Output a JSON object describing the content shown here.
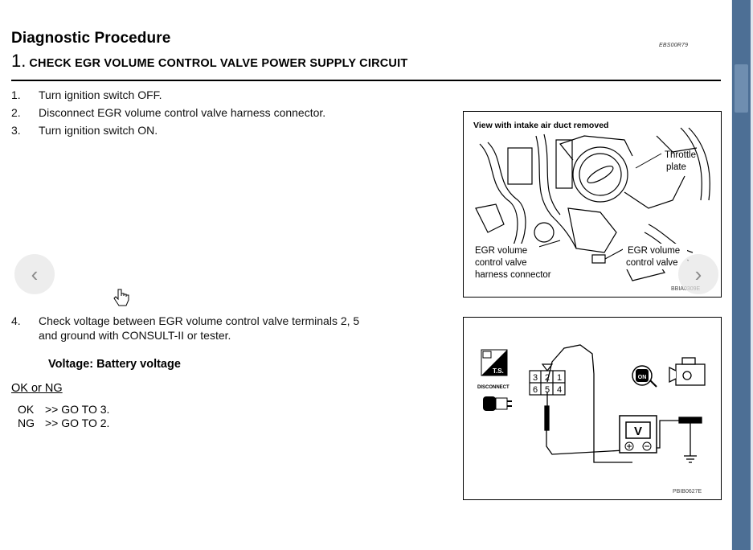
{
  "doc": {
    "title": "Diagnostic Procedure",
    "code": "EBS00R79",
    "step_number": "1.",
    "step_title": "CHECK EGR VOLUME CONTROL VALVE POWER SUPPLY CIRCUIT"
  },
  "steps_first": [
    {
      "n": "1.",
      "text": "Turn ignition switch OFF."
    },
    {
      "n": "2.",
      "text": "Disconnect EGR volume control valve harness connector."
    },
    {
      "n": "3.",
      "text": "Turn ignition switch ON."
    }
  ],
  "step4": {
    "n": "4.",
    "line1": "Check voltage between EGR volume control valve terminals 2, 5",
    "line2": "and ground with CONSULT-II or tester."
  },
  "voltage_spec": "Voltage: Battery voltage",
  "result_label": "OK or NG",
  "results": [
    {
      "k": "OK",
      "v": ">> GO TO 3."
    },
    {
      "k": "NG",
      "v": ">> GO TO 2."
    }
  ],
  "figure1": {
    "caption": "View with intake air duct removed",
    "label_throttle_1": "Throttle",
    "label_throttle_2": "plate",
    "label_left_1": "EGR volume",
    "label_left_2": "control valve",
    "label_left_3": "harness connector",
    "label_right_1": "EGR volume",
    "label_right_2": "control valve",
    "code": "BBIA0309E"
  },
  "figure2": {
    "ts_label": "T.S.",
    "disconnect_label": "DISCONNECT",
    "pins_top": [
      "3",
      "2",
      "1"
    ],
    "pins_bottom": [
      "6",
      "5",
      "4"
    ],
    "meter": "V",
    "key_label": "ON",
    "code": "PBIB0627E"
  },
  "nav": {
    "prev": "‹",
    "next": "›"
  }
}
